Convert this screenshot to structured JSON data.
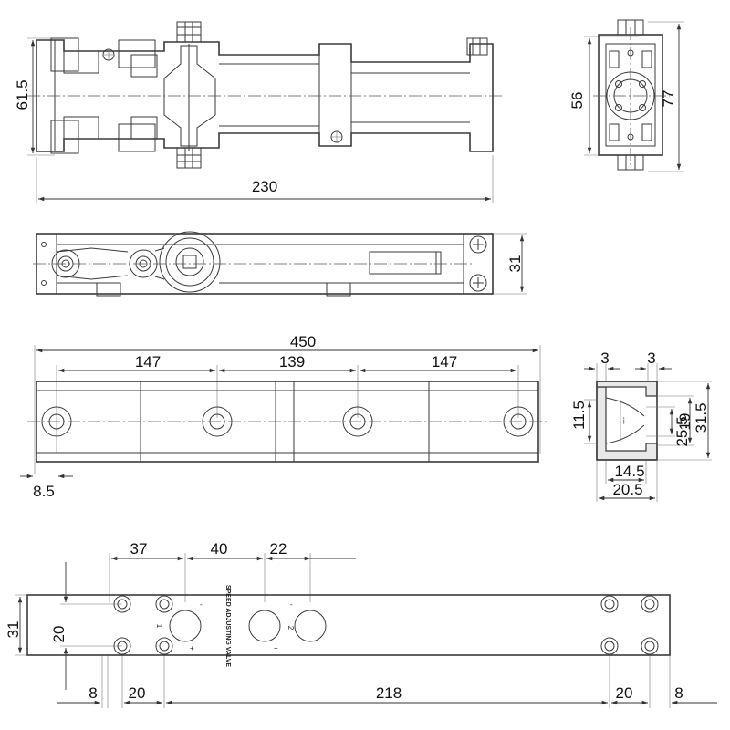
{
  "top_view": {
    "d_height": "61.5",
    "d_length": "230"
  },
  "end_view": {
    "d_inner": "56",
    "d_outer": "77"
  },
  "side_view": {
    "d_height": "31"
  },
  "plate_view": {
    "d_total": "450",
    "d_a": "147",
    "d_b": "139",
    "d_c": "147",
    "d_edge": "8.5"
  },
  "section_view": {
    "d_top_left": "3",
    "d_top_right": "3",
    "d_left": "11.5",
    "d_mid": "19",
    "d_r1": "25.5",
    "d_r2": "31.5",
    "d_b1": "14.5",
    "d_b2": "20.5"
  },
  "bottom_view": {
    "d_37": "37",
    "d_40": "40",
    "d_22": "22",
    "d_31": "31",
    "d_20v": "20",
    "d_8l": "8",
    "d_20l": "20",
    "d_218": "218",
    "d_20r": "20",
    "d_8r": "8",
    "valve_label": "SPEED ADJUSTING VALVE",
    "valve_num_left": "1",
    "valve_num_right": "2",
    "plus": "+",
    "minus": "-"
  }
}
